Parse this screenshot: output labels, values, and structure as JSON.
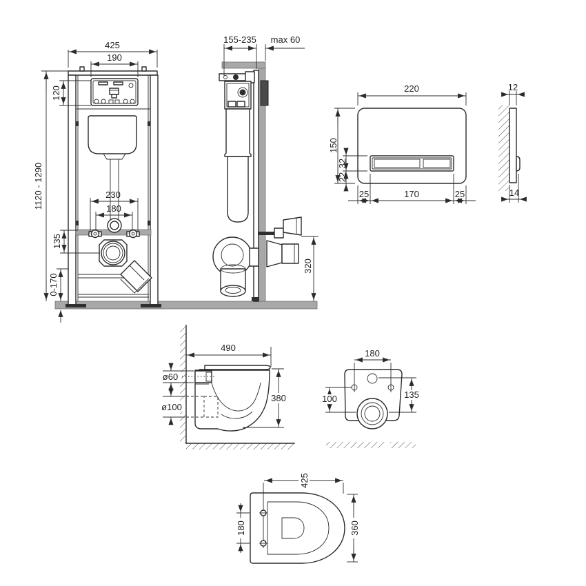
{
  "colors": {
    "line": "#2b2b2b",
    "gray": "#a8a8a8",
    "background": "#ffffff"
  },
  "views": {
    "frame_front": {
      "dims": {
        "width": "425",
        "service_opening_width": "190",
        "service_opening_height": "120",
        "height_range": "1120 - 1290",
        "fixing_spacing_outer": "230",
        "fixing_spacing_inner": "180",
        "outlet_drop": "135",
        "foot_adjustment": "0-170"
      }
    },
    "frame_side": {
      "dims": {
        "depth_range": "155-235",
        "wall_thickness_max": "max 60",
        "outlet_height": "320"
      }
    },
    "plate_front": {
      "dims": {
        "width": "220",
        "height": "150",
        "button_height": "32",
        "button_offset_bottom": "22",
        "margin_left": "25",
        "button_width": "170",
        "margin_right": "25"
      }
    },
    "plate_side": {
      "dims": {
        "thickness": "12",
        "thickness_with_button": "14"
      }
    },
    "bowl_side": {
      "dims": {
        "depth": "490",
        "inlet_diameter": "ø60",
        "outlet_diameter": "ø100",
        "height": "380"
      }
    },
    "bowl_back": {
      "dims": {
        "fixing_spacing": "180",
        "outlet_offset": "100",
        "fixing_height": "135"
      }
    },
    "bowl_top": {
      "dims": {
        "depth": "425",
        "fixing_spacing": "180",
        "width": "360"
      }
    }
  }
}
